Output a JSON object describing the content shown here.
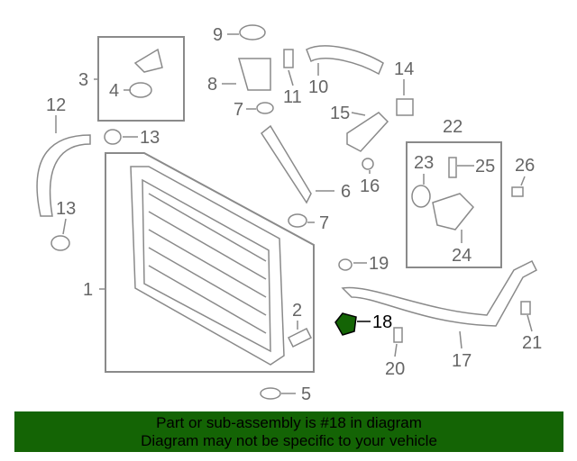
{
  "diagram": {
    "callouts": [
      "9",
      "3",
      "4",
      "8",
      "11",
      "10",
      "14",
      "7",
      "12",
      "13",
      "15",
      "22",
      "23",
      "25",
      "26",
      "6",
      "16",
      "13",
      "7",
      "24",
      "19",
      "1",
      "2",
      "18",
      "21",
      "20",
      "17",
      "5"
    ],
    "highlighted_part": "18",
    "highlight_color": "#146405"
  },
  "banner": {
    "line1": "Part or sub-assembly is #18 in diagram",
    "line2": "Diagram may not be specific to your vehicle",
    "background": "#146405"
  }
}
